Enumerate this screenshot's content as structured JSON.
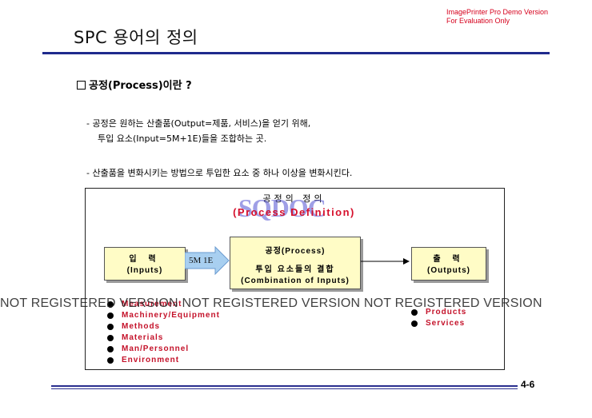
{
  "watermark": {
    "line1": "ImagePrinter Pro Demo Version",
    "line2": "For Evaluation Only",
    "banner": "NOT REGISTERED VERSION NOT REGISTERED VERSION NOT REGISTERED VERSION",
    "stamp": "SQDOC"
  },
  "slide": {
    "title": "SPC 용어의 정의",
    "heading": "공정(Process)이란 ?",
    "para1_line1": "- 공정은 원하는 산출품(Output=제품, 서비스)을 얻기 위해,",
    "para1_line2": "투입 요소(Input=5M+1E)들을 조합하는 곳.",
    "para2": "- 산출품을 변화시키는 방법으로 투입한 요소 중 하나 이상을 변화시킨다.",
    "page_number": "4-6"
  },
  "diagram": {
    "title_ko": "공정의 정의",
    "title_en": "(Process Definition)",
    "input": {
      "ko": "입 력",
      "en": "(Inputs)"
    },
    "arrow_label": "5M 1E",
    "process": {
      "line1": "공정(Process)",
      "line2": "투입 요소들의 결합",
      "line3": "(Combination of Inputs)"
    },
    "output": {
      "ko": "출 력",
      "en": "(Outputs)"
    },
    "inputs_list": [
      "Measurement",
      "Machinery/Equipment",
      "Methods",
      "Materials",
      "Man/Personnel",
      "Environment"
    ],
    "outputs_list": [
      "Products",
      "Services"
    ]
  }
}
